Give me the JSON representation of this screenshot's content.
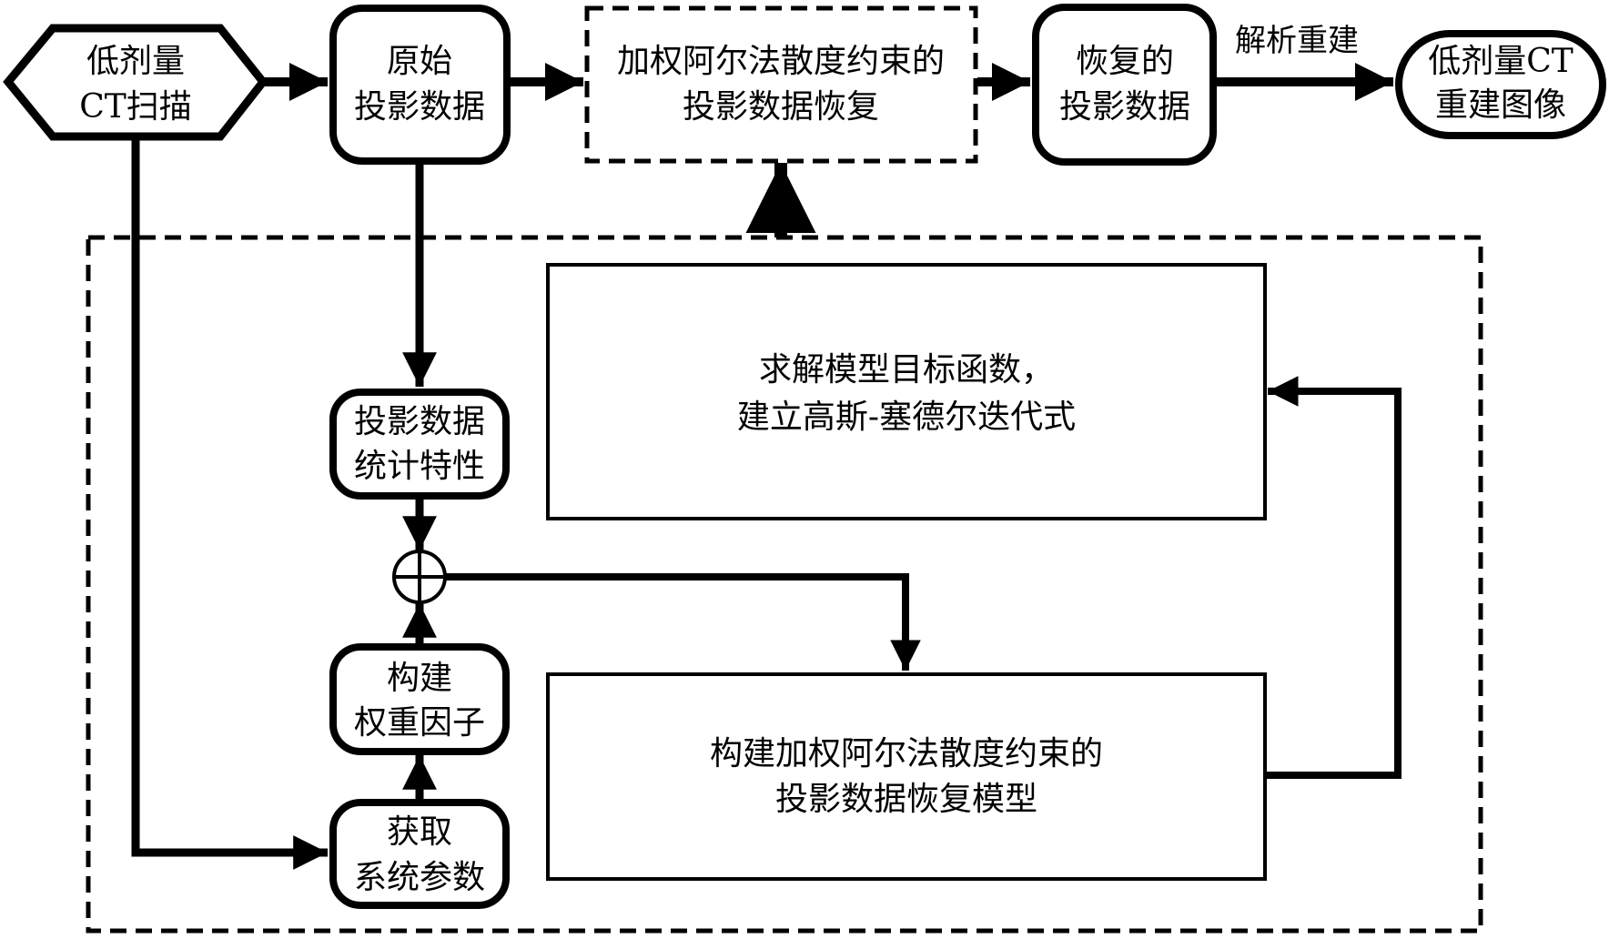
{
  "diagram": {
    "type": "flowchart",
    "colors": {
      "stroke": "#000000",
      "background": "#ffffff"
    },
    "nodes": {
      "lowdose_scan": {
        "shape": "hexagon",
        "lines": [
          "低剂量",
          "CT扫描"
        ]
      },
      "raw_projection": {
        "shape": "rounded-rect",
        "lines": [
          "原始",
          "投影数据"
        ]
      },
      "weighted_recovery": {
        "shape": "dashed-rect",
        "lines": [
          "加权阿尔法散度约束的",
          "投影数据恢复"
        ]
      },
      "recovered_projection": {
        "shape": "rounded-rect",
        "lines": [
          "恢复的",
          "投影数据"
        ]
      },
      "reconstructed_image": {
        "shape": "pill",
        "lines": [
          "低剂量CT",
          "重建图像"
        ]
      },
      "projection_statistics": {
        "shape": "rounded-rect",
        "lines": [
          "投影数据",
          "统计特性"
        ]
      },
      "sum_junction": {
        "shape": "circle-plus",
        "lines": []
      },
      "weight_factor": {
        "shape": "rounded-rect",
        "lines": [
          "构建",
          "权重因子"
        ]
      },
      "system_params": {
        "shape": "rounded-rect",
        "lines": [
          "获取",
          "系统参数"
        ]
      },
      "solve_objective": {
        "shape": "rect",
        "lines": [
          "求解模型目标函数，",
          "建立高斯-塞德尔迭代式"
        ]
      },
      "build_model": {
        "shape": "rect",
        "lines": [
          "构建加权阿尔法散度约束的",
          "投影数据恢复模型"
        ]
      }
    },
    "edges": [
      {
        "from": "lowdose_scan",
        "to": "raw_projection",
        "label": ""
      },
      {
        "from": "raw_projection",
        "to": "weighted_recovery",
        "label": ""
      },
      {
        "from": "weighted_recovery",
        "to": "recovered_projection",
        "label": ""
      },
      {
        "from": "recovered_projection",
        "to": "reconstructed_image",
        "label": "解析重建"
      },
      {
        "from": "raw_projection",
        "to": "projection_statistics",
        "label": ""
      },
      {
        "from": "projection_statistics",
        "to": "sum_junction",
        "label": ""
      },
      {
        "from": "weight_factor",
        "to": "sum_junction",
        "label": ""
      },
      {
        "from": "system_params",
        "to": "weight_factor",
        "label": ""
      },
      {
        "from": "lowdose_scan",
        "to": "system_params",
        "label": ""
      },
      {
        "from": "sum_junction",
        "to": "build_model",
        "label": ""
      },
      {
        "from": "build_model",
        "to": "solve_objective",
        "label": ""
      },
      {
        "from": "inner_group",
        "to": "weighted_recovery",
        "label": ""
      }
    ],
    "groups": [
      {
        "id": "inner_group",
        "style": "dashed"
      }
    ]
  }
}
